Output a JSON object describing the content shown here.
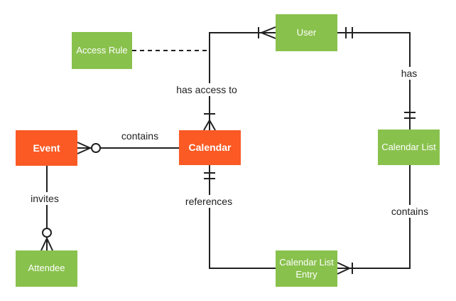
{
  "diagram": {
    "type": "entity-relationship",
    "notation": "crows-foot",
    "colors": {
      "background": "#ffffff",
      "entity_green": "#89C14D",
      "entity_orange": "#FB5A25",
      "entity_text": "#ffffff",
      "line": "#212121",
      "label_text": "#212121"
    },
    "entities": {
      "access_rule": {
        "label": "Access Rule",
        "color": "#89C14D"
      },
      "user": {
        "label": "User",
        "color": "#89C14D"
      },
      "event": {
        "label": "Event",
        "color": "#FB5A25"
      },
      "calendar": {
        "label": "Calendar",
        "color": "#FB5A25"
      },
      "calendar_list": {
        "label": "Calendar List",
        "color": "#89C14D"
      },
      "calendar_list_entry": {
        "label": "Calendar List Entry",
        "color": "#89C14D"
      },
      "attendee": {
        "label": "Attendee",
        "color": "#89C14D"
      }
    },
    "relationships": {
      "user_calendar": {
        "label": "has access to",
        "from": "User",
        "to": "Calendar",
        "from_cardinality": "one-or-many",
        "to_cardinality": "one-or-many"
      },
      "access_rule_link": {
        "label": "",
        "from": "Access Rule",
        "to": "has access to relationship",
        "style": "dashed"
      },
      "user_calendar_list": {
        "label": "has",
        "from": "User",
        "to": "Calendar List",
        "from_cardinality": "exactly-one",
        "to_cardinality": "exactly-one"
      },
      "calendar_event": {
        "label": "contains",
        "from": "Calendar",
        "to": "Event",
        "to_cardinality": "zero-or-many"
      },
      "calendar_entry_references": {
        "label": "references",
        "from": "Calendar List Entry",
        "to": "Calendar",
        "to_cardinality": "exactly-one"
      },
      "calendar_list_entries": {
        "label": "contains",
        "from": "Calendar List",
        "to": "Calendar List Entry",
        "to_cardinality": "one-or-many"
      },
      "event_attendee": {
        "label": "invites",
        "from": "Event",
        "to": "Attendee",
        "to_cardinality": "zero-or-many"
      }
    }
  }
}
